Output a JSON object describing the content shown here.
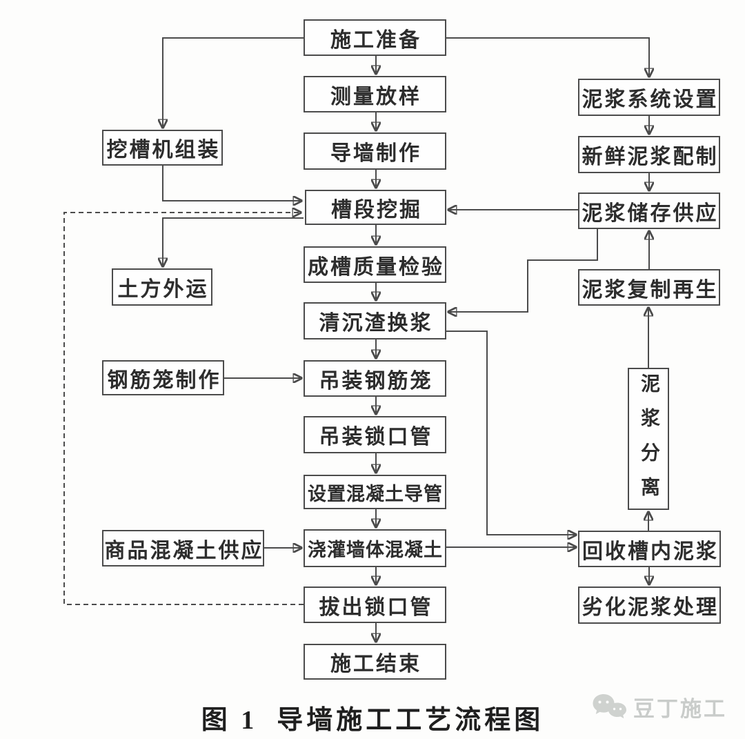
{
  "figure": {
    "caption_index": "图 1",
    "caption_title": "导墙施工工艺流程图"
  },
  "watermark": {
    "text": "豆丁施工",
    "icon": "chat-bubbles-icon",
    "color": "#c9ccca"
  },
  "colors": {
    "line": "#4b4b4b",
    "box_border": "#4b4b4b",
    "text": "#2d2d2d",
    "background": "#fdfdfc"
  },
  "nodes": {
    "prep": {
      "label": "施工准备"
    },
    "survey": {
      "label": "测量放样"
    },
    "guide_wall": {
      "label": "导墙制作"
    },
    "trench_excavation": {
      "label": "槽段挖掘"
    },
    "trench_quality": {
      "label": "成槽质量检验"
    },
    "clean_slurry": {
      "label": "清沉渣换浆"
    },
    "hoist_cage": {
      "label": "吊装钢筋笼"
    },
    "hoist_lock_pipe": {
      "label": "吊装锁口管"
    },
    "concrete_conduit": {
      "label": "设置混凝土导管"
    },
    "pour_concrete": {
      "label": "浇灌墙体混凝土"
    },
    "pull_lock_pipe": {
      "label": "拔出锁口管"
    },
    "finish": {
      "label": "施工结束"
    },
    "machine_assembly": {
      "label": "挖槽机组装"
    },
    "soil_removal": {
      "label": "土方外运"
    },
    "cage_fabrication": {
      "label": "钢筋笼制作"
    },
    "concrete_supply": {
      "label": "商品混凝土供应"
    },
    "slurry_system": {
      "label": "泥浆系统设置"
    },
    "fresh_slurry": {
      "label": "新鲜泥浆配制"
    },
    "slurry_storage": {
      "label": "泥浆储存供应"
    },
    "slurry_regeneration": {
      "label": "泥浆复制再生"
    },
    "slurry_separation": {
      "label": "泥浆分离"
    },
    "recover_slurry": {
      "label": "回收槽内泥浆"
    },
    "degraded_slurry": {
      "label": "劣化泥浆处理"
    }
  },
  "edges": [
    {
      "from": "prep",
      "to": "survey",
      "style": "solid"
    },
    {
      "from": "survey",
      "to": "guide_wall",
      "style": "solid"
    },
    {
      "from": "guide_wall",
      "to": "trench_excavation",
      "style": "solid"
    },
    {
      "from": "trench_excavation",
      "to": "trench_quality",
      "style": "solid"
    },
    {
      "from": "trench_quality",
      "to": "clean_slurry",
      "style": "solid"
    },
    {
      "from": "clean_slurry",
      "to": "hoist_cage",
      "style": "solid"
    },
    {
      "from": "hoist_cage",
      "to": "hoist_lock_pipe",
      "style": "solid"
    },
    {
      "from": "hoist_lock_pipe",
      "to": "concrete_conduit",
      "style": "solid"
    },
    {
      "from": "concrete_conduit",
      "to": "pour_concrete",
      "style": "solid"
    },
    {
      "from": "pour_concrete",
      "to": "pull_lock_pipe",
      "style": "solid"
    },
    {
      "from": "pull_lock_pipe",
      "to": "finish",
      "style": "solid"
    },
    {
      "from": "prep",
      "to": "machine_assembly",
      "style": "solid"
    },
    {
      "from": "machine_assembly",
      "to": "trench_excavation",
      "style": "solid"
    },
    {
      "from": "trench_excavation",
      "to": "soil_removal",
      "style": "solid"
    },
    {
      "from": "prep",
      "to": "slurry_system",
      "style": "solid"
    },
    {
      "from": "slurry_system",
      "to": "fresh_slurry",
      "style": "solid"
    },
    {
      "from": "fresh_slurry",
      "to": "slurry_storage",
      "style": "solid"
    },
    {
      "from": "slurry_storage",
      "to": "trench_excavation",
      "style": "solid"
    },
    {
      "from": "slurry_storage",
      "to": "clean_slurry",
      "style": "solid"
    },
    {
      "from": "slurry_regeneration",
      "to": "slurry_storage",
      "style": "solid"
    },
    {
      "from": "slurry_separation",
      "to": "slurry_regeneration",
      "style": "solid"
    },
    {
      "from": "recover_slurry",
      "to": "slurry_separation",
      "style": "solid"
    },
    {
      "from": "recover_slurry",
      "to": "degraded_slurry",
      "style": "solid"
    },
    {
      "from": "clean_slurry",
      "to": "recover_slurry",
      "style": "solid"
    },
    {
      "from": "pour_concrete",
      "to": "recover_slurry",
      "style": "solid"
    },
    {
      "from": "cage_fabrication",
      "to": "hoist_cage",
      "style": "solid"
    },
    {
      "from": "concrete_supply",
      "to": "pour_concrete",
      "style": "solid"
    },
    {
      "from": "pull_lock_pipe",
      "to": "trench_excavation",
      "style": "dashed"
    }
  ]
}
